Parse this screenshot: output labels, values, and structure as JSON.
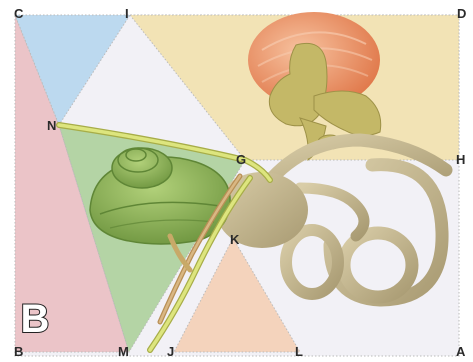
{
  "figure": {
    "panel_letter": "B",
    "points": {
      "A": "A",
      "B": "B",
      "C": "C",
      "D": "D",
      "G": "G",
      "H": "H",
      "I": "I",
      "J": "J",
      "K": "K",
      "L": "L",
      "M": "M",
      "N": "N"
    }
  },
  "colors": {
    "background": "#f2f1f6",
    "region_left": "#ebc4c8",
    "region_top_left": "#bcd9ef",
    "region_top_right": "#f2e3b5",
    "region_middle": "#a9cf97",
    "region_bottom": "#f4d3bc",
    "cochlea": "#8fb25a",
    "canals": "#c7b994",
    "nerve": "#d7e27a",
    "tympanic": "#ec9a70",
    "ossicles": "#c4b867"
  }
}
